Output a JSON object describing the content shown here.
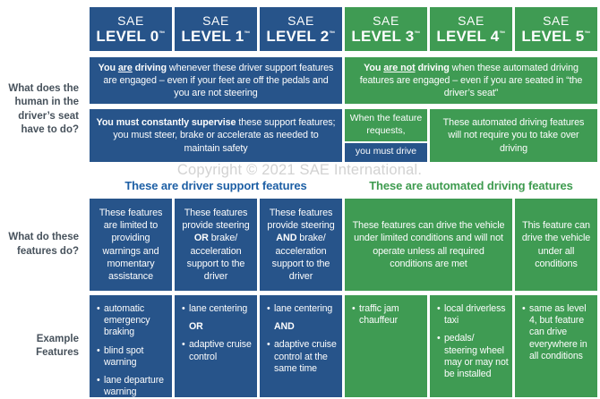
{
  "colors": {
    "blue": "#27548a",
    "green": "#3f9b53",
    "title_blue": "#1d5fa5",
    "title_green": "#3e9b4f",
    "copyright_gray": "#d2d2d2",
    "side_label": "#47525c"
  },
  "headers": [
    {
      "top": "SAE",
      "level": "LEVEL 0",
      "tm": "™",
      "theme": "blue"
    },
    {
      "top": "SAE",
      "level": "LEVEL 1",
      "tm": "™",
      "theme": "blue"
    },
    {
      "top": "SAE",
      "level": "LEVEL 2",
      "tm": "™",
      "theme": "blue"
    },
    {
      "top": "SAE",
      "level": "LEVEL 3",
      "tm": "™",
      "theme": "green"
    },
    {
      "top": "SAE",
      "level": "LEVEL 4",
      "tm": "™",
      "theme": "green"
    },
    {
      "top": "SAE",
      "level": "LEVEL 5",
      "tm": "™",
      "theme": "green"
    }
  ],
  "side_labels": {
    "human": "What does the human in the driver’s seat have to do?",
    "features_do": "What do these features do?",
    "examples": "Example Features"
  },
  "copyright": "Copyright © 2021 SAE International.",
  "group_titles": {
    "support": "These are driver support features",
    "automated": "These are automated driving features"
  },
  "row1": {
    "support_segments": [
      {
        "t": "You ",
        "b": true
      },
      {
        "t": "are",
        "b": true,
        "u": true
      },
      {
        "t": " driving",
        "b": true
      },
      {
        "t": " whenever these driver support features are engaged – even if your feet are off the pedals and you are not steering"
      }
    ],
    "automated_segments": [
      {
        "t": "You ",
        "b": true
      },
      {
        "t": "are not",
        "b": true,
        "u": true
      },
      {
        "t": " driving",
        "b": true
      },
      {
        "t": " when these automated driving features are engaged – even if you are seated in “the driver’s seat”"
      }
    ]
  },
  "row2": {
    "supervise_segments": [
      {
        "t": "You must constantly supervise",
        "b": true
      },
      {
        "t": " these support features; you must steer, brake or accelerate as needed to maintain safety"
      }
    ],
    "level3_top": "When the feature requests,",
    "level3_bottom": "you must drive",
    "takeover": "These automated driving features will not require you to take over driving"
  },
  "row3": {
    "level0": "These features are limited to providing warnings and momentary assistance",
    "level1_segments": [
      {
        "t": "These features provide steering "
      },
      {
        "t": "OR",
        "b": true
      },
      {
        "t": " brake/ acceleration support to the driver"
      }
    ],
    "level2_segments": [
      {
        "t": "These features provide steering "
      },
      {
        "t": "AND",
        "b": true
      },
      {
        "t": " brake/ acceleration support to the driver"
      }
    ],
    "level34": "These features can drive the vehicle under limited conditions and will not operate unless all required conditions are met",
    "level5": "This feature can drive the vehicle under all conditions"
  },
  "row4": {
    "level0_items": [
      {
        "t": "automatic emergency braking",
        "bullet": true
      },
      {
        "t": "blind spot warning",
        "bullet": true
      },
      {
        "t": "lane departure warning",
        "bullet": true
      }
    ],
    "level1_items": [
      {
        "t": "lane centering",
        "bullet": true
      },
      {
        "t": "OR",
        "bullet": false,
        "b": true
      },
      {
        "t": "adaptive cruise control",
        "bullet": true
      }
    ],
    "level2_items": [
      {
        "t": "lane centering",
        "bullet": true
      },
      {
        "t": "AND",
        "bullet": false,
        "b": true
      },
      {
        "t": "adaptive cruise control at the same time",
        "bullet": true
      }
    ],
    "level3_items": [
      {
        "t": "traffic jam chauffeur",
        "bullet": true
      }
    ],
    "level4_items": [
      {
        "t": "local driverless taxi",
        "bullet": true
      },
      {
        "t": "pedals/ steering wheel may or may not be installed",
        "bullet": true
      }
    ],
    "level5_items": [
      {
        "t": "same as level 4, but feature can drive everywhere in all conditions",
        "bullet": true
      }
    ]
  }
}
